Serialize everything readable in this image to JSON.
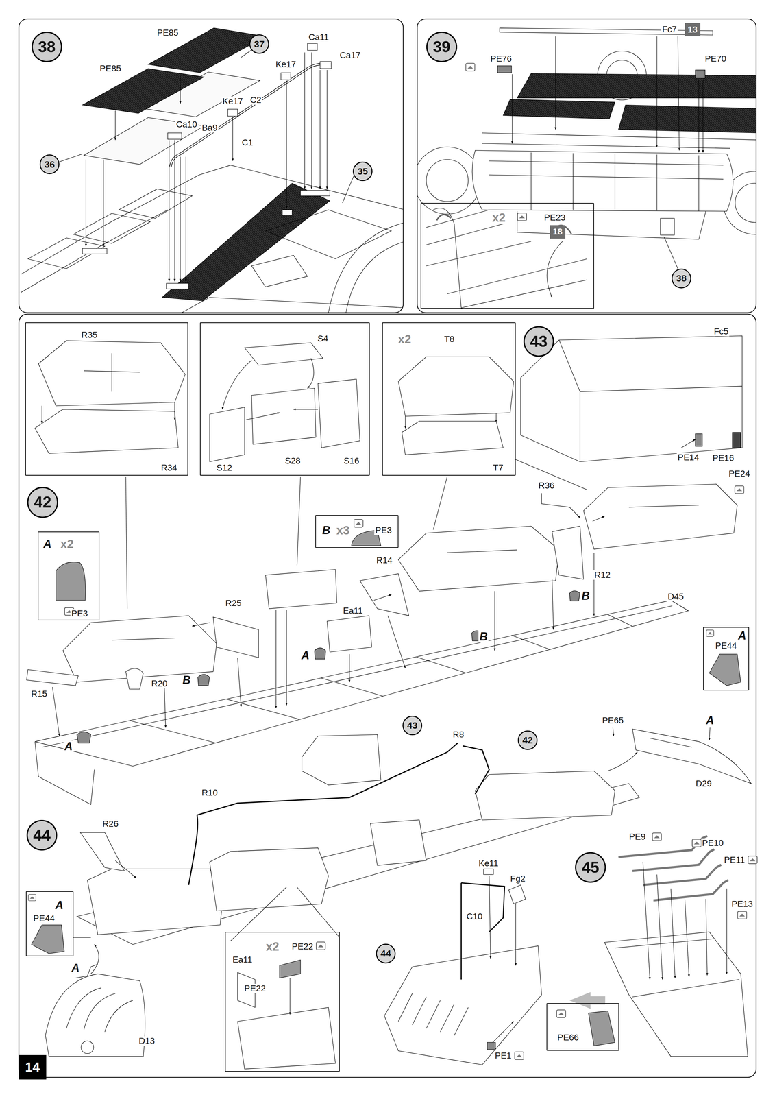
{
  "diagram": {
    "nodes": [
      {
        "text": [
          "38"
        ]
      },
      {
        "text": [
          "37"
        ]
      },
      {
        "text": [
          "36"
        ]
      },
      {
        "text": [
          "35"
        ]
      },
      {
        "text": [
          "39"
        ]
      },
      {
        "text": [
          "13"
        ]
      },
      {
        "text": [
          "x2",
          "PE23"
        ]
      },
      {
        "text": [
          "18"
        ],
        "in": 6
      },
      {
        "text": [
          "38"
        ]
      },
      {
        "text": [
          "R35",
          "R34"
        ]
      },
      {
        "text": [
          "S4",
          "S12",
          "S28",
          "S16"
        ]
      },
      {
        "text": [
          "x2",
          "T8",
          "T7"
        ]
      },
      {
        "text": [
          "43"
        ]
      },
      {
        "text": [
          "42"
        ]
      },
      {
        "text": [
          "A",
          "x2",
          "PE3"
        ]
      },
      {
        "text": [
          "B",
          "x3",
          "PE3"
        ]
      },
      {
        "text": [
          "PE44",
          "A"
        ]
      },
      {
        "text": [
          "43"
        ]
      },
      {
        "text": [
          "42"
        ]
      },
      {
        "text": [
          "44"
        ]
      },
      {
        "text": [
          "A",
          "PE44"
        ]
      },
      {
        "text": [
          "x2",
          "PE22",
          "Ea11",
          "PE22"
        ]
      },
      {
        "text": [
          "44"
        ]
      },
      {
        "text": [
          "45"
        ]
      },
      {
        "text": [
          "PE66"
        ]
      },
      {
        "text": [
          "14"
        ]
      }
    ],
    "labels": [
      "PE85",
      "PE85",
      "Ca11",
      "Ca17",
      "Ke17",
      "Ke17",
      "C2",
      "C1",
      "Ca10",
      "Ba9",
      "Fc7",
      "PE70",
      "PE76",
      "Fc5",
      "PE14",
      "PE16",
      "PE24",
      "R36",
      "R14",
      "R12",
      "R25",
      "Ea11",
      "R15",
      "R20",
      "A",
      "B",
      "A",
      "B",
      "B",
      "D45",
      "PE65",
      "A",
      "D29",
      "R8",
      "R10",
      "R26",
      "A",
      "D13",
      "Ke11",
      "Fg2",
      "C10",
      "PE1",
      "PE9",
      "PE10",
      "PE11",
      "PE13"
    ]
  }
}
